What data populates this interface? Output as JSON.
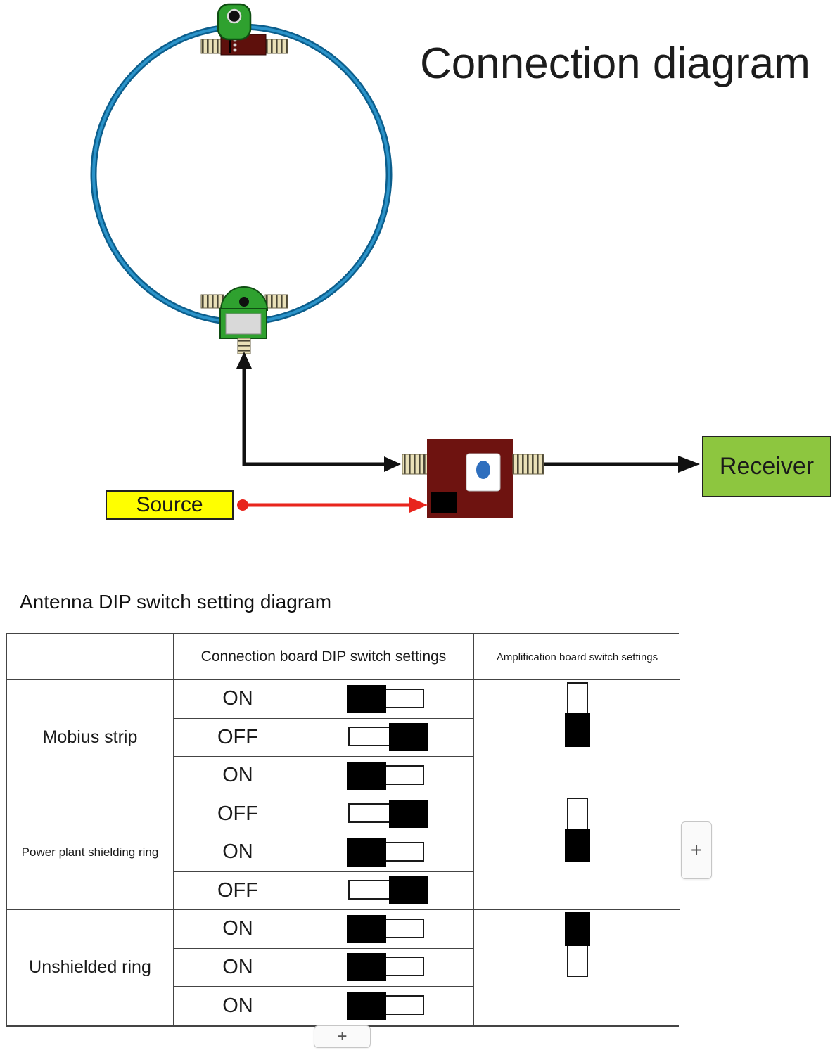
{
  "title": "Connection diagram",
  "diagram": {
    "source": "Source",
    "receiver": "Receiver"
  },
  "dip_section": {
    "heading": "Antenna DIP switch setting diagram",
    "headers": {
      "connection": "Connection board DIP switch settings",
      "amplification": "Amplification board switch settings"
    },
    "groups": [
      {
        "label": "Mobius strip",
        "rows": [
          "ON",
          "OFF",
          "ON"
        ],
        "amp": "down"
      },
      {
        "label": "Power plant shielding ring",
        "rows": [
          "OFF",
          "ON",
          "OFF"
        ],
        "amp": "down"
      },
      {
        "label": "Unshielded ring",
        "rows": [
          "ON",
          "ON",
          "ON"
        ],
        "amp": "up"
      }
    ]
  },
  "controls": {
    "plus_right": "+",
    "plus_bottom": "+"
  },
  "colors": {
    "loop_blue": "#1878ad",
    "board_green": "#2fa12f",
    "amp_maroon": "#6e1310",
    "source_yellow": "#ffff00",
    "receiver_green": "#8dc63f",
    "signal_red": "#e8251d"
  }
}
